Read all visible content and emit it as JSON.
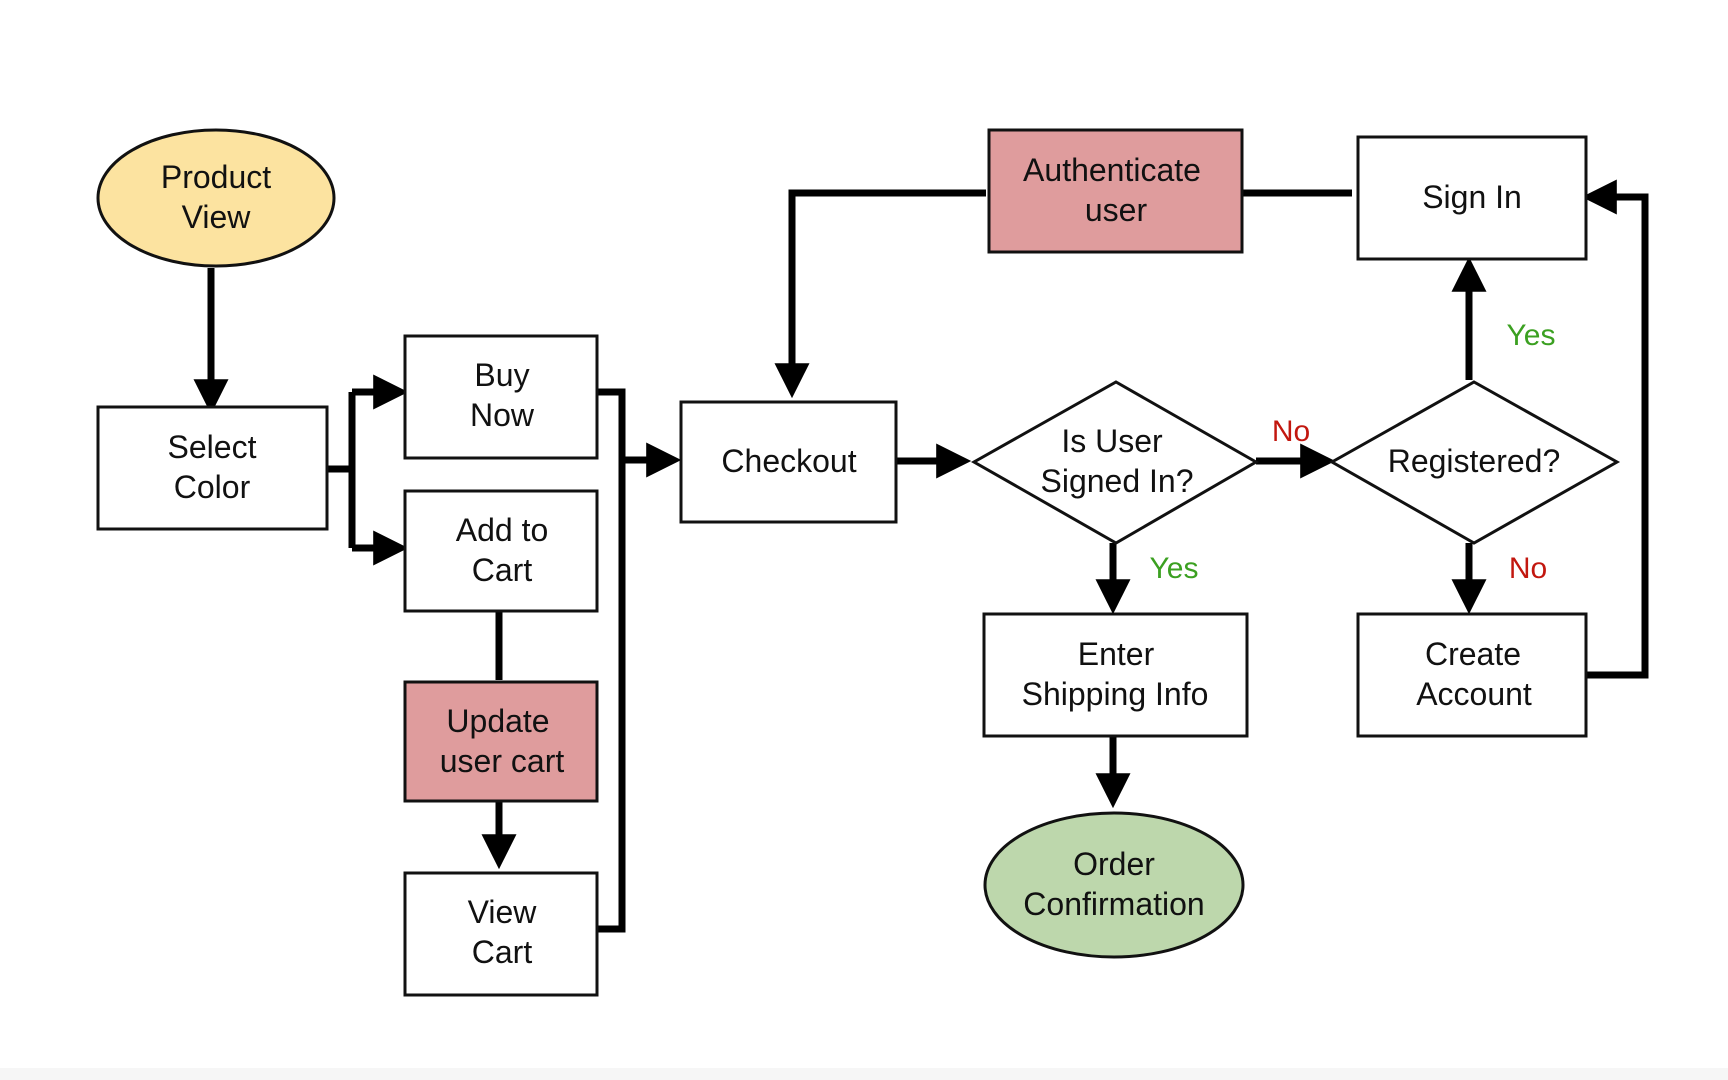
{
  "colors": {
    "start_fill": "#FCE3A0",
    "end_fill": "#BDD7AC",
    "process_fill": "#FFFFFF",
    "server_fill": "#DF9C9D",
    "stroke": "#111111",
    "yes_color": "#3BA021",
    "no_color": "#C2170F"
  },
  "nodes": {
    "product_view": {
      "line1": "Product",
      "line2": "View"
    },
    "select_color": {
      "line1": "Select",
      "line2": "Color"
    },
    "buy_now": {
      "line1": "Buy",
      "line2": "Now"
    },
    "add_to_cart": {
      "line1": "Add to",
      "line2": "Cart"
    },
    "update_user_cart": {
      "line1": "Update",
      "line2": "user cart"
    },
    "view_cart": {
      "line1": "View",
      "line2": "Cart"
    },
    "checkout": {
      "line1": "Checkout"
    },
    "authenticate_user": {
      "line1": "Authenticate",
      "line2": "user"
    },
    "sign_in": {
      "line1": "Sign In"
    },
    "is_user_signed_in": {
      "line1": "Is User",
      "line2": "Signed In?"
    },
    "registered": {
      "line1": "Registered?"
    },
    "enter_shipping_info": {
      "line1": "Enter",
      "line2": "Shipping Info"
    },
    "create_account": {
      "line1": "Create",
      "line2": "Account"
    },
    "order_confirmation": {
      "line1": "Order",
      "line2": "Confirmation"
    }
  },
  "edge_labels": {
    "signed_in_no": "No",
    "signed_in_yes": "Yes",
    "registered_yes": "Yes",
    "registered_no": "No"
  }
}
